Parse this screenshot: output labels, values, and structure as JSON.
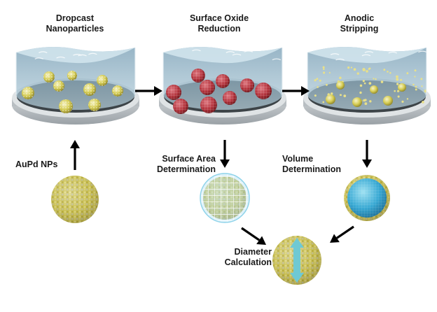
{
  "labels": {
    "dropcast": "Dropcast\nNanoparticles",
    "oxide": "Surface Oxide\nReduction",
    "stripping": "Anodic\nStripping",
    "aupd": "AuPd NPs",
    "surface_area": "Surface Area\nDetermination",
    "volume": "Volume\nDetermination",
    "diameter": "Diameter\nCalculation"
  },
  "colors": {
    "yellow_np": "#d8cf5a",
    "red_np": "#b5343c",
    "water": "#8fb4c8",
    "electrode": "#3d4448",
    "rim": "#cfd3d6",
    "volume_blue": "#3fb3d8",
    "diameter_arrow": "#6fc9d3"
  }
}
